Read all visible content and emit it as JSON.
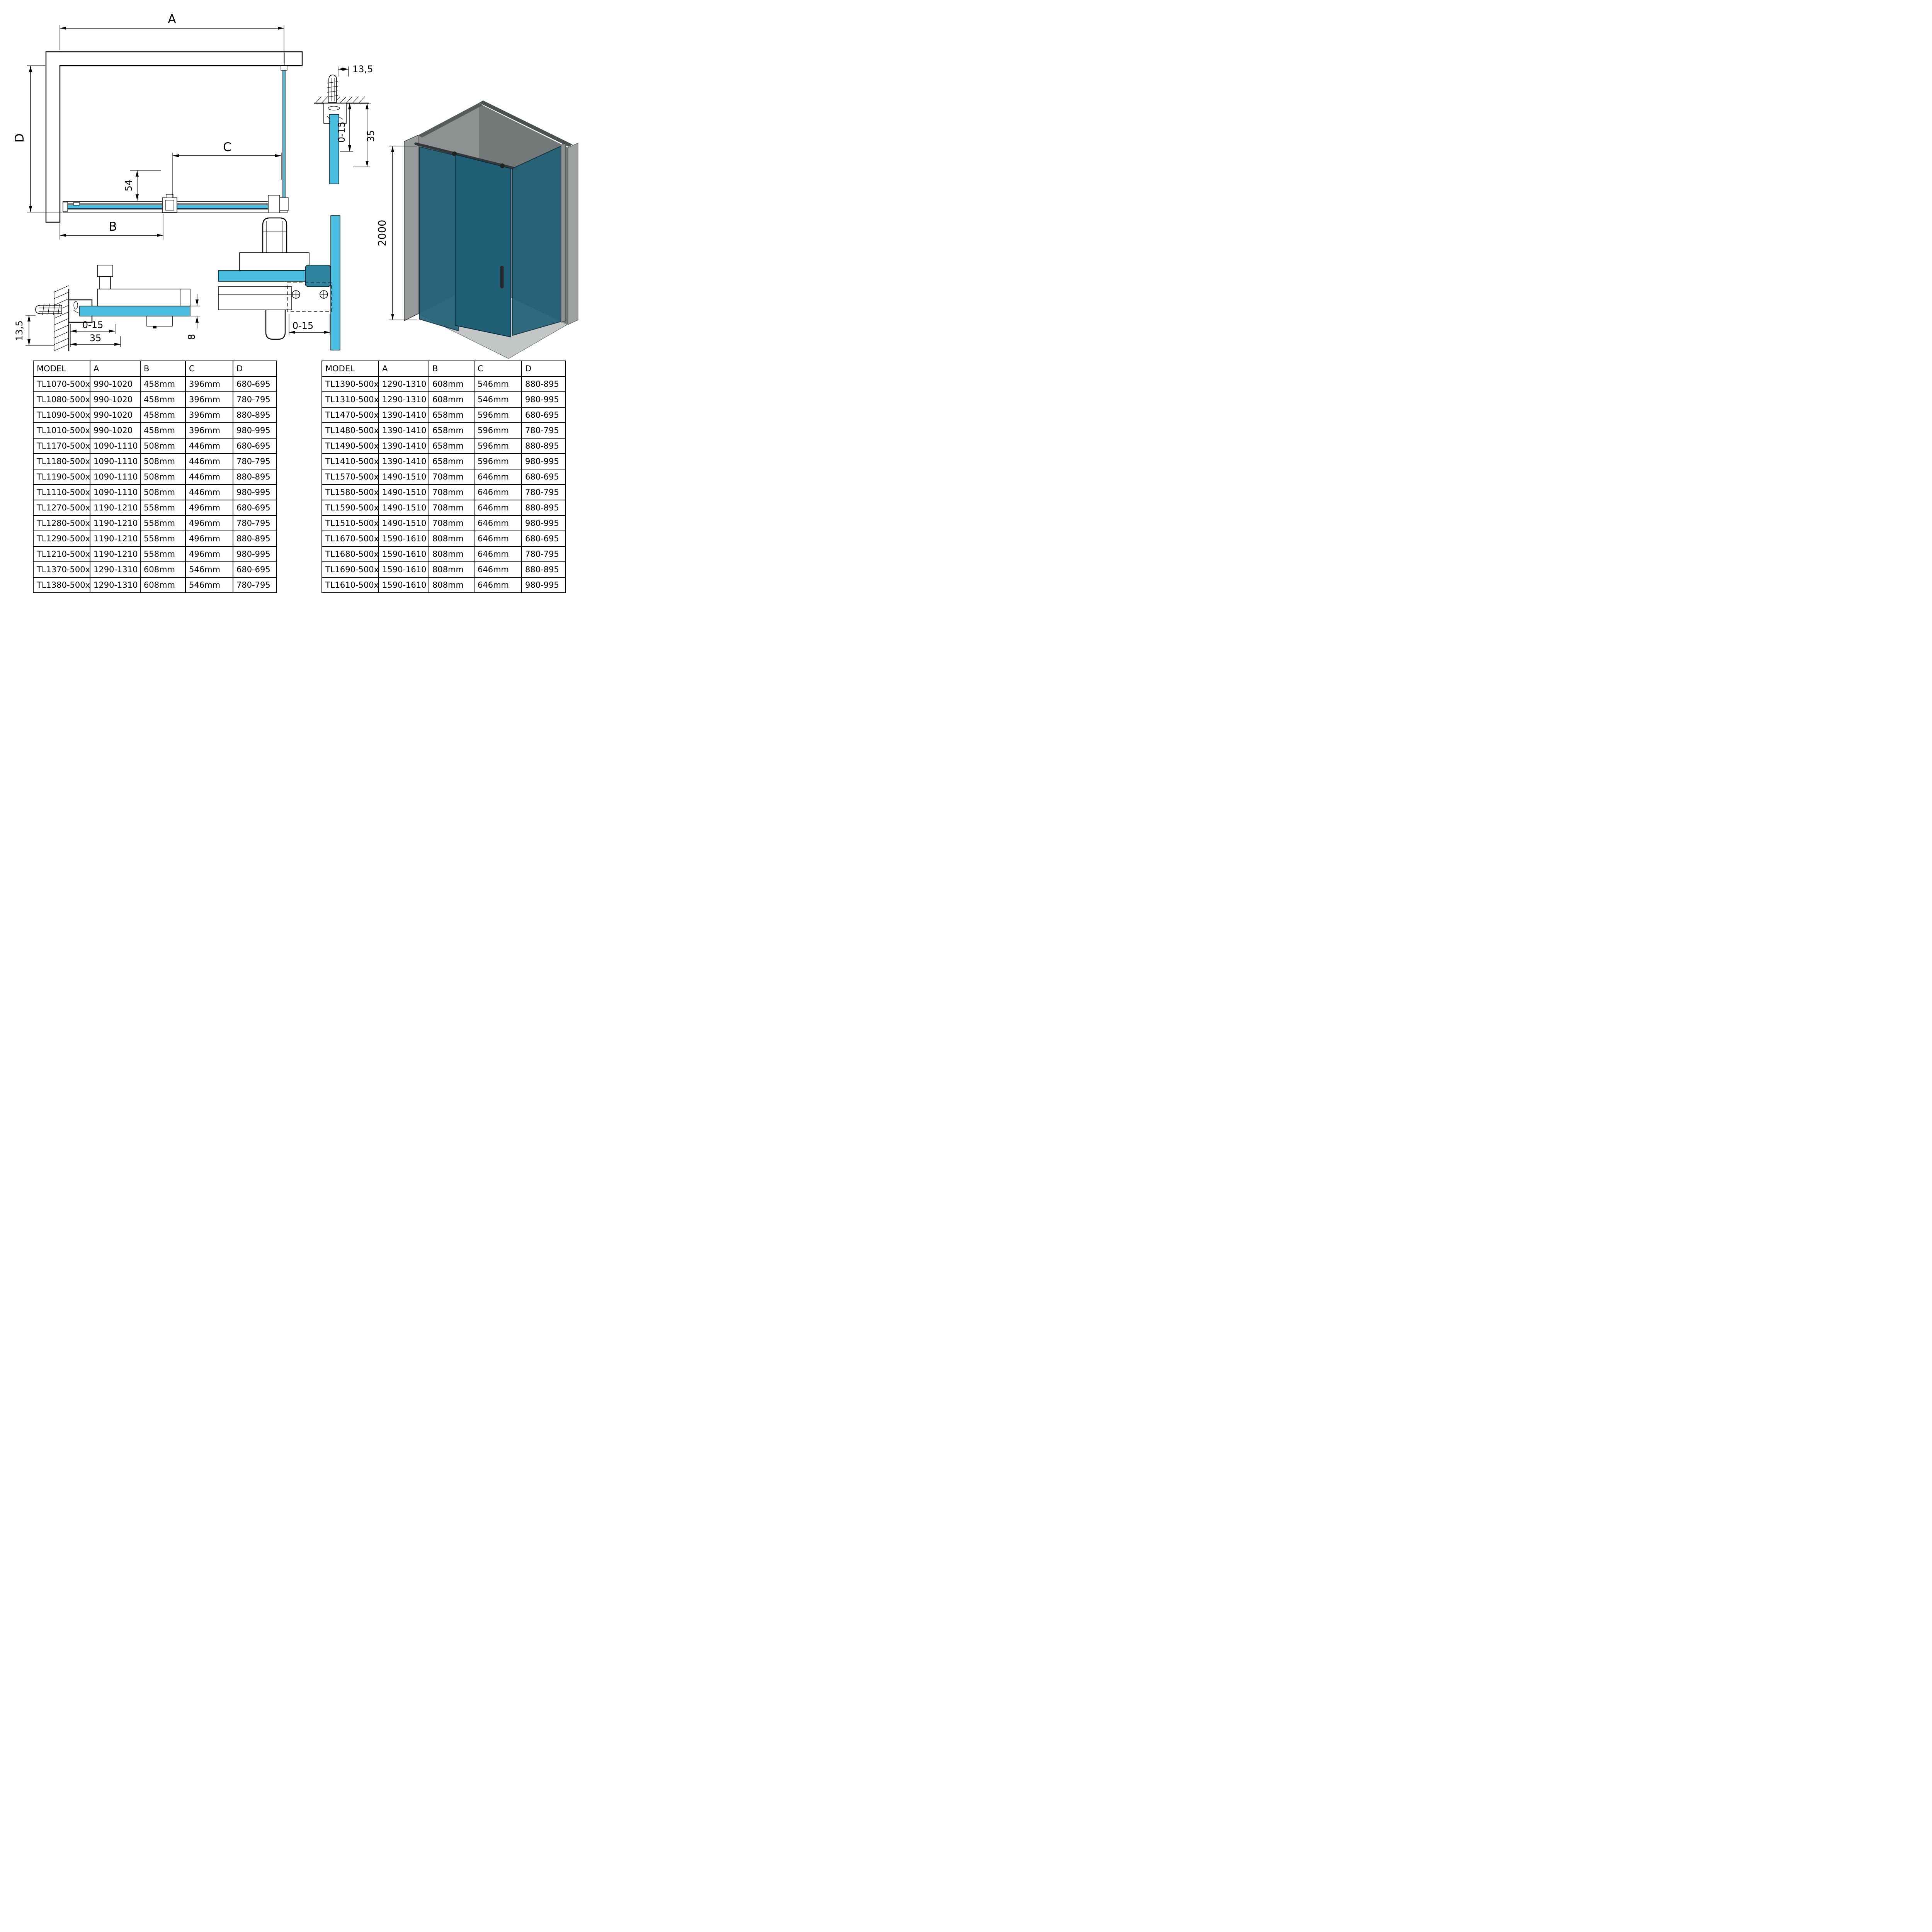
{
  "drawing": {
    "colors": {
      "glass_blue": "#49bde0",
      "glass_teal": "#1f6076",
      "wall_gray_light": "#989c9d",
      "wall_gray_mid": "#8d9192",
      "wall_gray_dark": "#737879",
      "floor_gray": "#c2c6c7",
      "line": "#000000"
    },
    "plan_view": {
      "dim_a": "A",
      "dim_b": "B",
      "dim_c": "C",
      "dim_d": "D",
      "dim_54": "54"
    },
    "ceiling_detail": {
      "dim_135": "13,5",
      "dim_015": "0-15",
      "dim_35": "35"
    },
    "iso_view": {
      "dim_2000": "2000"
    },
    "wall_detail": {
      "dim_135": "13,5",
      "dim_015": "0-15",
      "dim_35": "35",
      "dim_8": "8"
    },
    "roller_detail": {
      "dim_015": "0-15"
    }
  },
  "tables": [
    {
      "headers": [
        "MODEL",
        "A",
        "B",
        "C",
        "D"
      ],
      "rows": [
        [
          "TL1070-500x",
          "990-1020",
          "458mm",
          "396mm",
          "680-695"
        ],
        [
          "TL1080-500x",
          "990-1020",
          "458mm",
          "396mm",
          "780-795"
        ],
        [
          "TL1090-500x",
          "990-1020",
          "458mm",
          "396mm",
          "880-895"
        ],
        [
          "TL1010-500x",
          "990-1020",
          "458mm",
          "396mm",
          "980-995"
        ],
        [
          "TL1170-500x",
          "1090-1110",
          "508mm",
          "446mm",
          "680-695"
        ],
        [
          "TL1180-500x",
          "1090-1110",
          "508mm",
          "446mm",
          "780-795"
        ],
        [
          "TL1190-500x",
          "1090-1110",
          "508mm",
          "446mm",
          "880-895"
        ],
        [
          "TL1110-500x",
          "1090-1110",
          "508mm",
          "446mm",
          "980-995"
        ],
        [
          "TL1270-500x",
          "1190-1210",
          "558mm",
          "496mm",
          "680-695"
        ],
        [
          "TL1280-500x",
          "1190-1210",
          "558mm",
          "496mm",
          "780-795"
        ],
        [
          "TL1290-500x",
          "1190-1210",
          "558mm",
          "496mm",
          "880-895"
        ],
        [
          "TL1210-500x",
          "1190-1210",
          "558mm",
          "496mm",
          "980-995"
        ],
        [
          "TL1370-500x",
          "1290-1310",
          "608mm",
          "546mm",
          "680-695"
        ],
        [
          "TL1380-500x",
          "1290-1310",
          "608mm",
          "546mm",
          "780-795"
        ]
      ]
    },
    {
      "headers": [
        "MODEL",
        "A",
        "B",
        "C",
        "D"
      ],
      "rows": [
        [
          "TL1390-500x",
          "1290-1310",
          "608mm",
          "546mm",
          "880-895"
        ],
        [
          "TL1310-500x",
          "1290-1310",
          "608mm",
          "546mm",
          "980-995"
        ],
        [
          "TL1470-500x",
          "1390-1410",
          "658mm",
          "596mm",
          "680-695"
        ],
        [
          "TL1480-500x",
          "1390-1410",
          "658mm",
          "596mm",
          "780-795"
        ],
        [
          "TL1490-500x",
          "1390-1410",
          "658mm",
          "596mm",
          "880-895"
        ],
        [
          "TL1410-500x",
          "1390-1410",
          "658mm",
          "596mm",
          "980-995"
        ],
        [
          "TL1570-500x",
          "1490-1510",
          "708mm",
          "646mm",
          "680-695"
        ],
        [
          "TL1580-500x",
          "1490-1510",
          "708mm",
          "646mm",
          "780-795"
        ],
        [
          "TL1590-500x",
          "1490-1510",
          "708mm",
          "646mm",
          "880-895"
        ],
        [
          "TL1510-500x",
          "1490-1510",
          "708mm",
          "646mm",
          "980-995"
        ],
        [
          "TL1670-500x",
          "1590-1610",
          "808mm",
          "646mm",
          "680-695"
        ],
        [
          "TL1680-500x",
          "1590-1610",
          "808mm",
          "646mm",
          "780-795"
        ],
        [
          "TL1690-500x",
          "1590-1610",
          "808mm",
          "646mm",
          "880-895"
        ],
        [
          "TL1610-500x",
          "1590-1610",
          "808mm",
          "646mm",
          "980-995"
        ]
      ]
    }
  ]
}
